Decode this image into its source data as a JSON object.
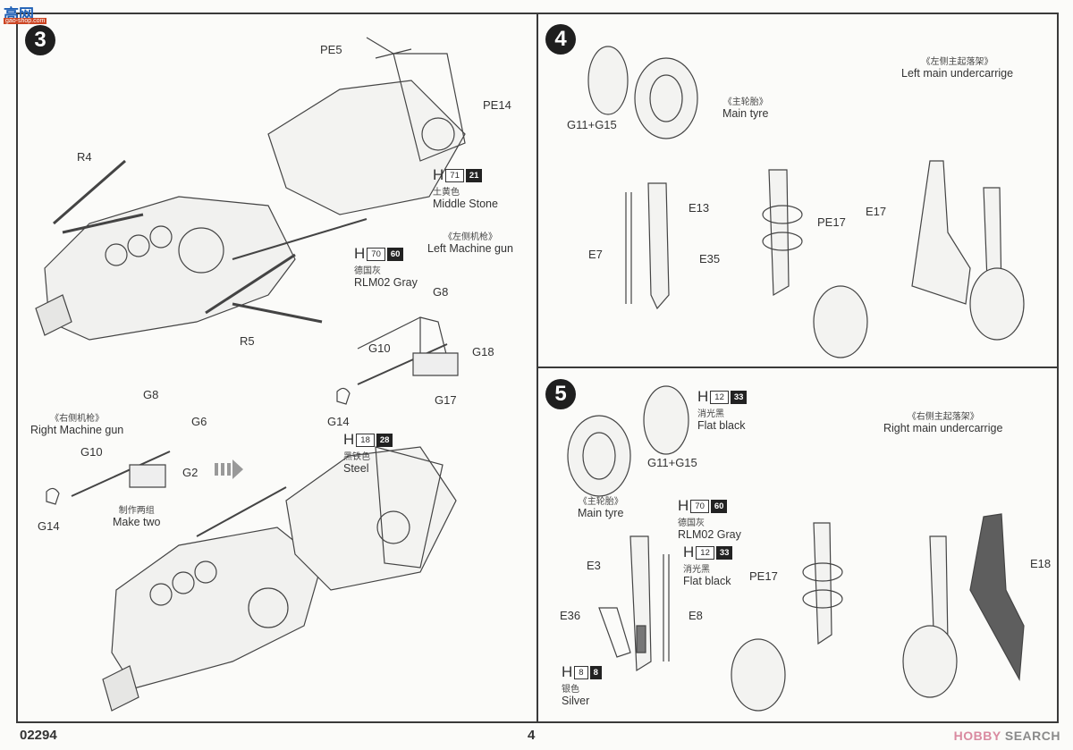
{
  "watermark_top_left": {
    "text": "高网",
    "sub": "gao-shop.com"
  },
  "watermark_bottom_right": {
    "brand_a": "HOBBY",
    "brand_b": "SEARCH"
  },
  "footer": {
    "product_code": "02294",
    "page_number": "4"
  },
  "steps": [
    {
      "number": "3",
      "part_labels": [
        "PE5",
        "PE14",
        "R4",
        "R5",
        "G8",
        "G10",
        "G18",
        "G17",
        "G14",
        "G8",
        "G6",
        "G10",
        "G2",
        "G14"
      ],
      "paints": [
        {
          "prefix": "H",
          "code_a": "71",
          "code_b": "21",
          "cn": "土黄色",
          "en": "Middle Stone"
        },
        {
          "prefix": "H",
          "code_a": "70",
          "code_b": "60",
          "cn": "德国灰",
          "en": "RLM02 Gray"
        },
        {
          "prefix": "H",
          "code_a": "18",
          "code_b": "28",
          "cn": "黑铁色",
          "en": "Steel"
        }
      ],
      "captions": [
        {
          "cn": "《左侧机枪》",
          "en": "Left Machine gun"
        },
        {
          "cn": "《右侧机枪》",
          "en": "Right Machine gun"
        },
        {
          "cn": "制作两组",
          "en": "Make two"
        }
      ]
    },
    {
      "number": "4",
      "part_labels": [
        "G11+G15",
        "E13",
        "E7",
        "E35",
        "PE17",
        "E17"
      ],
      "captions": [
        {
          "cn": "《主轮胎》",
          "en": "Main tyre"
        },
        {
          "cn": "《左侧主起落架》",
          "en": "Left main undercarrige"
        }
      ]
    },
    {
      "number": "5",
      "part_labels": [
        "G11+G15",
        "E3",
        "E36",
        "E8",
        "PE17",
        "E18"
      ],
      "paints": [
        {
          "prefix": "H",
          "code_a": "12",
          "code_b": "33",
          "cn": "消光黑",
          "en": "Flat black"
        },
        {
          "prefix": "H",
          "code_a": "70",
          "code_b": "60",
          "cn": "德国灰",
          "en": "RLM02 Gray"
        },
        {
          "prefix": "H",
          "code_a": "12",
          "code_b": "33",
          "cn": "消光黑",
          "en": "Flat black"
        },
        {
          "prefix": "H",
          "code_a": "8",
          "code_b": "8",
          "cn": "银色",
          "en": "Silver"
        }
      ],
      "captions": [
        {
          "cn": "《主轮胎》",
          "en": "Main tyre"
        },
        {
          "cn": "《右侧主起落架》",
          "en": "Right main undercarrige"
        }
      ]
    }
  ]
}
